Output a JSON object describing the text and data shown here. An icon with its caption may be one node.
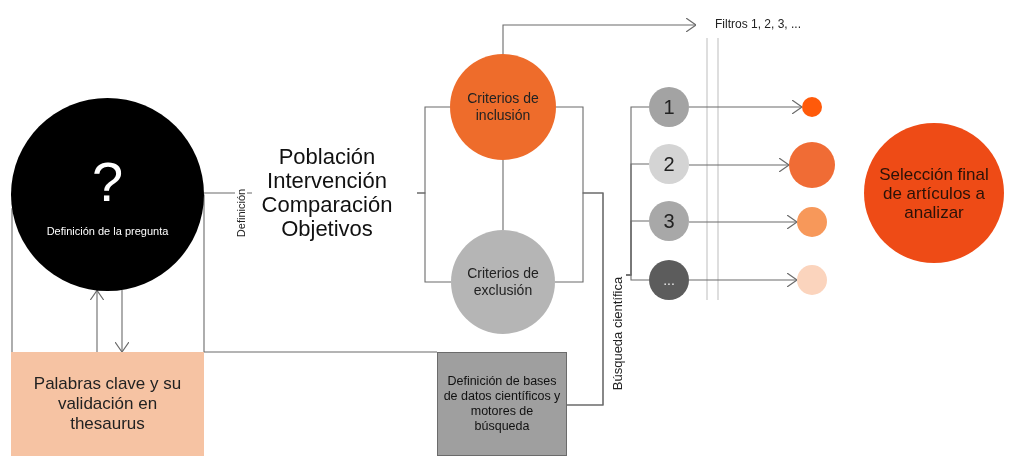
{
  "diagram": {
    "nodes": [
      {
        "text": [
          "?",
          "Definición de la pregunta"
        ]
      },
      {
        "text": [
          "Población Intervención Comparación Objetivos"
        ]
      },
      {
        "text": [
          "Criterios de inclusión"
        ]
      },
      {
        "text": [
          "Criterios de exclusión"
        ]
      },
      {
        "text": [
          "Palabras clave y su validación en thesaurus"
        ]
      },
      {
        "text": [
          "Definición de bases de datos científicos y motores de búsqueda"
        ]
      },
      {
        "text": [
          "Búsqueda científica"
        ]
      },
      {
        "text": [
          "Filtros 1, 2, 3, ..."
        ]
      },
      {
        "text": [
          "1"
        ]
      },
      {
        "text": [
          "2"
        ]
      },
      {
        "text": [
          "3"
        ]
      },
      {
        "text": [
          "..."
        ]
      },
      {
        "text": [],
        "shape": "circle"
      },
      {
        "text": [],
        "shape": "circle"
      },
      {
        "text": [],
        "shape": "circle"
      },
      {
        "text": [],
        "shape": "circle"
      },
      {
        "text": [
          "Selección final de artículos a analizar"
        ]
      }
    ],
    "edges": [
      {
        "from": 0,
        "to": 1,
        "arrow": "none",
        "label": "Definición"
      },
      {
        "from": 1,
        "to": 2,
        "arrow": "none"
      },
      {
        "from": 1,
        "to": 3,
        "arrow": "none"
      },
      {
        "from": 2,
        "to": 3,
        "arrow": "none"
      },
      {
        "from": 2,
        "to": 7,
        "arrow": "to"
      },
      {
        "from": 2,
        "to": 5,
        "arrow": "none"
      },
      {
        "from": 3,
        "to": 5,
        "arrow": "none"
      },
      {
        "from": 6,
        "to": 8,
        "arrow": "none"
      },
      {
        "from": 6,
        "to": 9,
        "arrow": "none"
      },
      {
        "from": 6,
        "to": 10,
        "arrow": "none"
      },
      {
        "from": 6,
        "to": 11,
        "arrow": "none"
      },
      {
        "from": 8,
        "to": 12,
        "arrow": "to"
      },
      {
        "from": 9,
        "to": 13,
        "arrow": "to"
      },
      {
        "from": 10,
        "to": 14,
        "arrow": "to"
      },
      {
        "from": 11,
        "to": 15,
        "arrow": "to"
      },
      {
        "from": 0,
        "to": 4,
        "arrow": "to"
      },
      {
        "from": 4,
        "to": 0,
        "arrow": "to"
      },
      {
        "from": 0,
        "to": 4,
        "arrow": "none"
      },
      {
        "from": 0,
        "to": 4,
        "arrow": "none"
      },
      {
        "from": 4,
        "to": 5,
        "arrow": "none"
      }
    ]
  }
}
